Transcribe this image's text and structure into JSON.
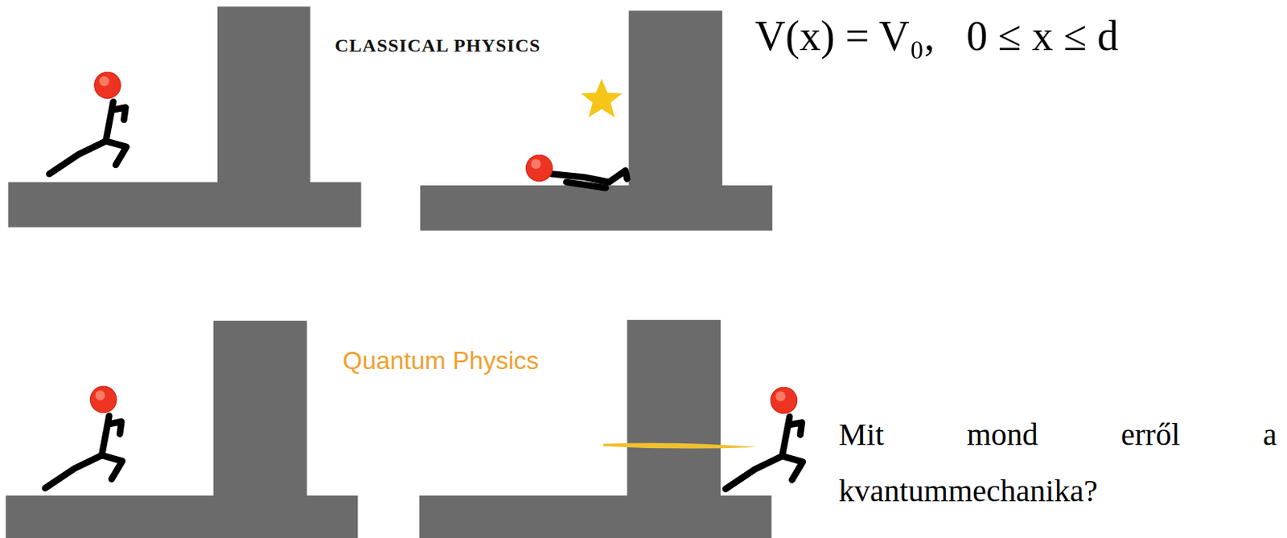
{
  "diagram": {
    "labels": [
      "CLASSICAL PHYSICS",
      "V(x) = V₀,   0 ≤ x ≤ d",
      "Quantum Physics",
      "Mit mond erről a kvantummechanika?"
    ]
  }
}
